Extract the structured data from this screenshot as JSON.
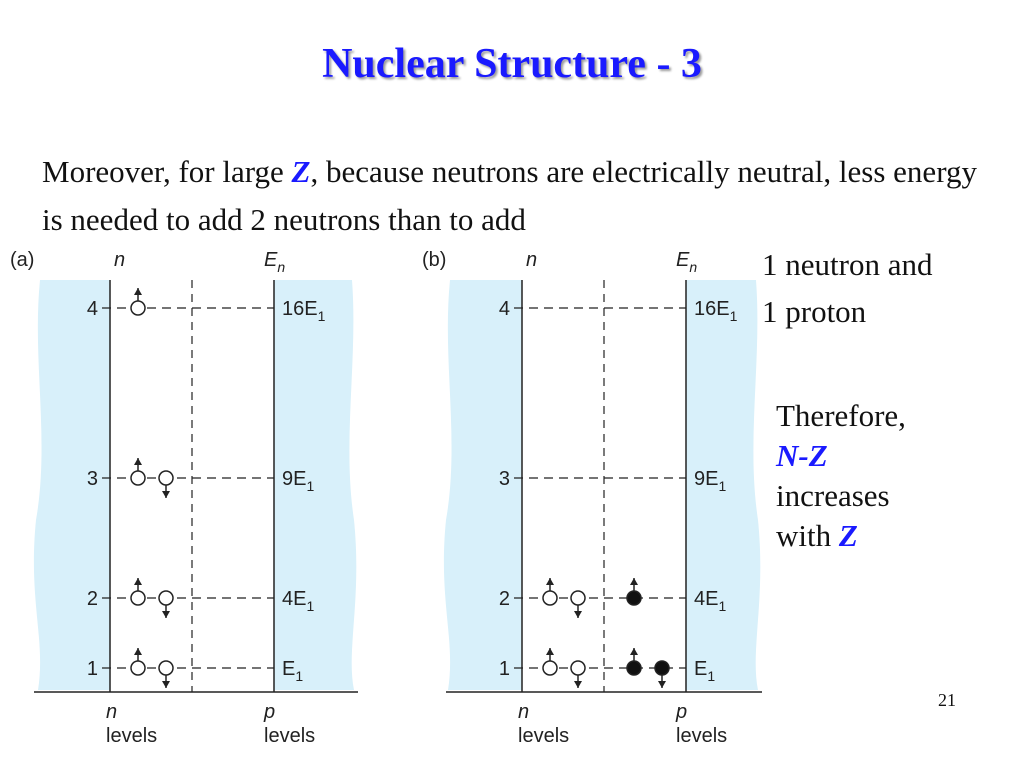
{
  "slide": {
    "title": "Nuclear Structure  - 3",
    "page_number": "21"
  },
  "paragraph": {
    "part1": "Moreover, for large ",
    "var1": "Z",
    "part2": ", because neutrons are electrically neutral, less energy is needed to add 2 neutrons than to add",
    "cont_line1": "1 neutron and",
    "cont_line2": "1 proton"
  },
  "conclusion": {
    "line1": "Therefore,",
    "var_n": "N",
    "dash": "-",
    "var_z": "Z",
    "line3": "increases",
    "line4_prefix": "with ",
    "line4_var": "Z"
  },
  "diagram": {
    "fill_color": "#d8f0fa",
    "panels": [
      {
        "label": "(a)",
        "n_header": "n",
        "e_header_base": "E",
        "e_header_sub": "n",
        "bottom_left": [
          "n",
          "levels"
        ],
        "bottom_right": [
          "p",
          "levels"
        ],
        "levels": [
          {
            "n": "4",
            "energy_coef": "16",
            "neutrons": 1,
            "protons": 0
          },
          {
            "n": "3",
            "energy_coef": "9",
            "neutrons": 2,
            "protons": 0
          },
          {
            "n": "2",
            "energy_coef": "4",
            "neutrons": 2,
            "protons": 0
          },
          {
            "n": "1",
            "energy_coef": "",
            "neutrons": 2,
            "protons": 0
          }
        ]
      },
      {
        "label": "(b)",
        "n_header": "n",
        "e_header_base": "E",
        "e_header_sub": "n",
        "bottom_left": [
          "n",
          "levels"
        ],
        "bottom_right": [
          "p",
          "levels"
        ],
        "levels": [
          {
            "n": "4",
            "energy_coef": "16",
            "neutrons": 0,
            "protons": 0
          },
          {
            "n": "3",
            "energy_coef": "9",
            "neutrons": 0,
            "protons": 0
          },
          {
            "n": "2",
            "energy_coef": "4",
            "neutrons": 2,
            "protons": 1
          },
          {
            "n": "1",
            "energy_coef": "",
            "neutrons": 2,
            "protons": 2
          }
        ]
      }
    ],
    "energy_base": "E",
    "energy_sub": "1"
  }
}
